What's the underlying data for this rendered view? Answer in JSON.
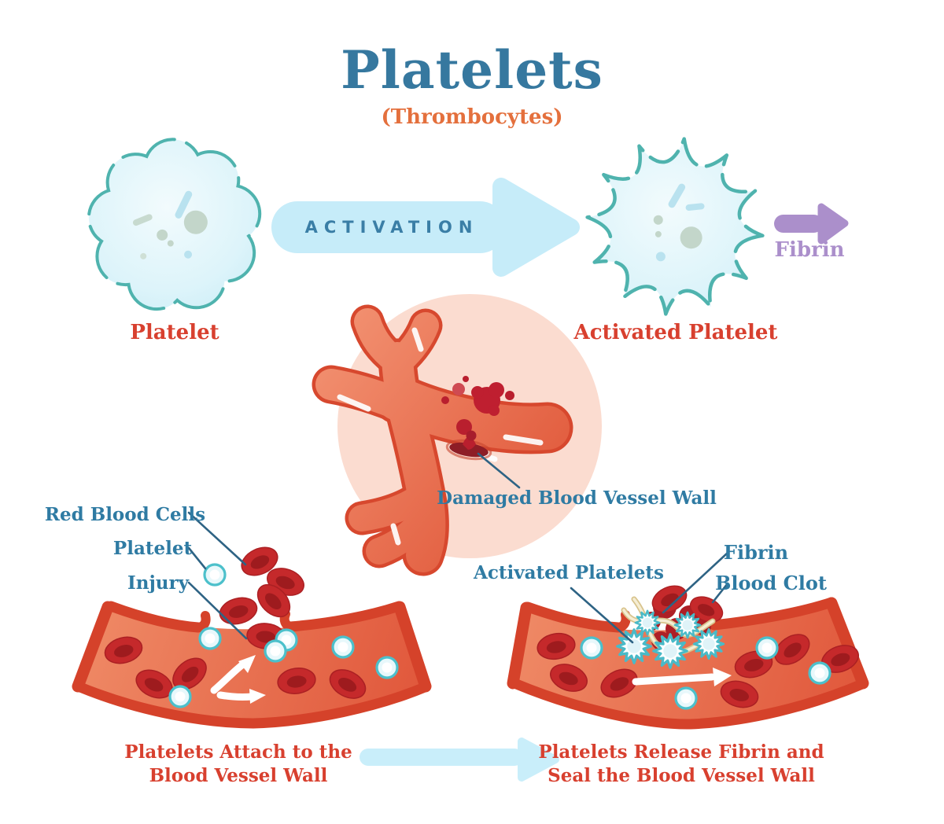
{
  "title": "Platelets",
  "subtitle": "(Thrombocytes)",
  "activation": {
    "label": "ACTIVATION"
  },
  "top": {
    "platelet": "Platelet",
    "activated_platelet": "Activated Platelet",
    "fibrin": "Fibrin"
  },
  "center": {
    "damaged_wall": "Damaged Blood Vessel Wall"
  },
  "left_panel": {
    "red_blood_cells": "Red Blood Cells",
    "platelet": "Platelet",
    "injury": "Injury",
    "caption_line1": "Platelets Attach to the",
    "caption_line2": "Blood Vessel Wall"
  },
  "right_panel": {
    "activated_platelets": "Activated Platelets",
    "fibrin": "Fibrin",
    "blood_clot": "Blood Clot",
    "caption_line1": "Platelets Release Fibrin and",
    "caption_line2": "Seal the Blood Vessel Wall"
  },
  "colors": {
    "title_blue": "#36789f",
    "subtitle_orange": "#e4703d",
    "label_red": "#d8402f",
    "label_blue": "#2f7ba3",
    "leader_line": "#2e6384",
    "fibrin_purple": "#ab8fcb",
    "arrow_cyan": "#c6ecf9",
    "platelet_outline_teal": "#4fb3ae",
    "platelet_fill": "#e3f6fa",
    "vessel_salmon": "#ea6a4b",
    "vessel_wall_red": "#d5422a",
    "blood_cell_red": "#c5292b",
    "pink_circle": "#fbdcd0",
    "fibrin_strand_cream": "#e9dbb0"
  }
}
